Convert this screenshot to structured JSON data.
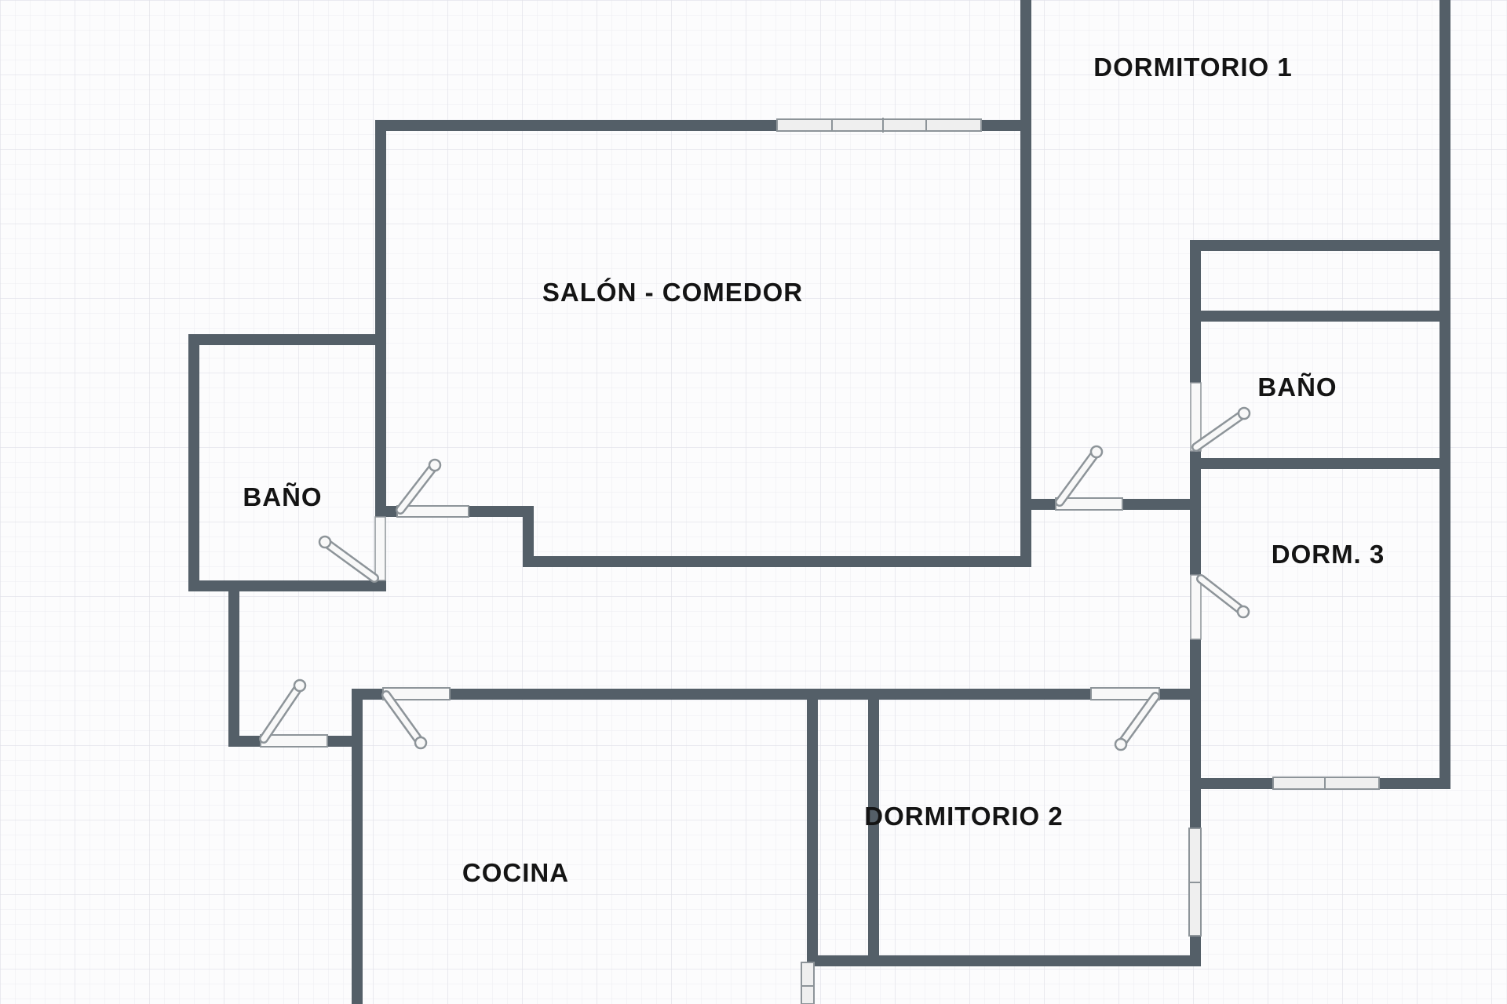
{
  "colors": {
    "wall": "#545f68",
    "background": "#fcfcfd",
    "grid_minor": "#ececf1",
    "grid_major": "#dfe0e7",
    "door_fill": "#f8f8f8",
    "door_border": "#8d9499",
    "window_fill": "#efefef",
    "label": "#141414"
  },
  "rooms": [
    {
      "id": "dormitorio-1",
      "label": "DORMITORIO 1"
    },
    {
      "id": "salon-comedor",
      "label": "SALÓN - COMEDOR"
    },
    {
      "id": "bano-izquierda",
      "label": "BAÑO"
    },
    {
      "id": "bano-derecha",
      "label": "BAÑO"
    },
    {
      "id": "dorm-3",
      "label": "DORM. 3"
    },
    {
      "id": "dormitorio-2",
      "label": "DORMITORIO 2"
    },
    {
      "id": "cocina",
      "label": "COCINA"
    }
  ]
}
